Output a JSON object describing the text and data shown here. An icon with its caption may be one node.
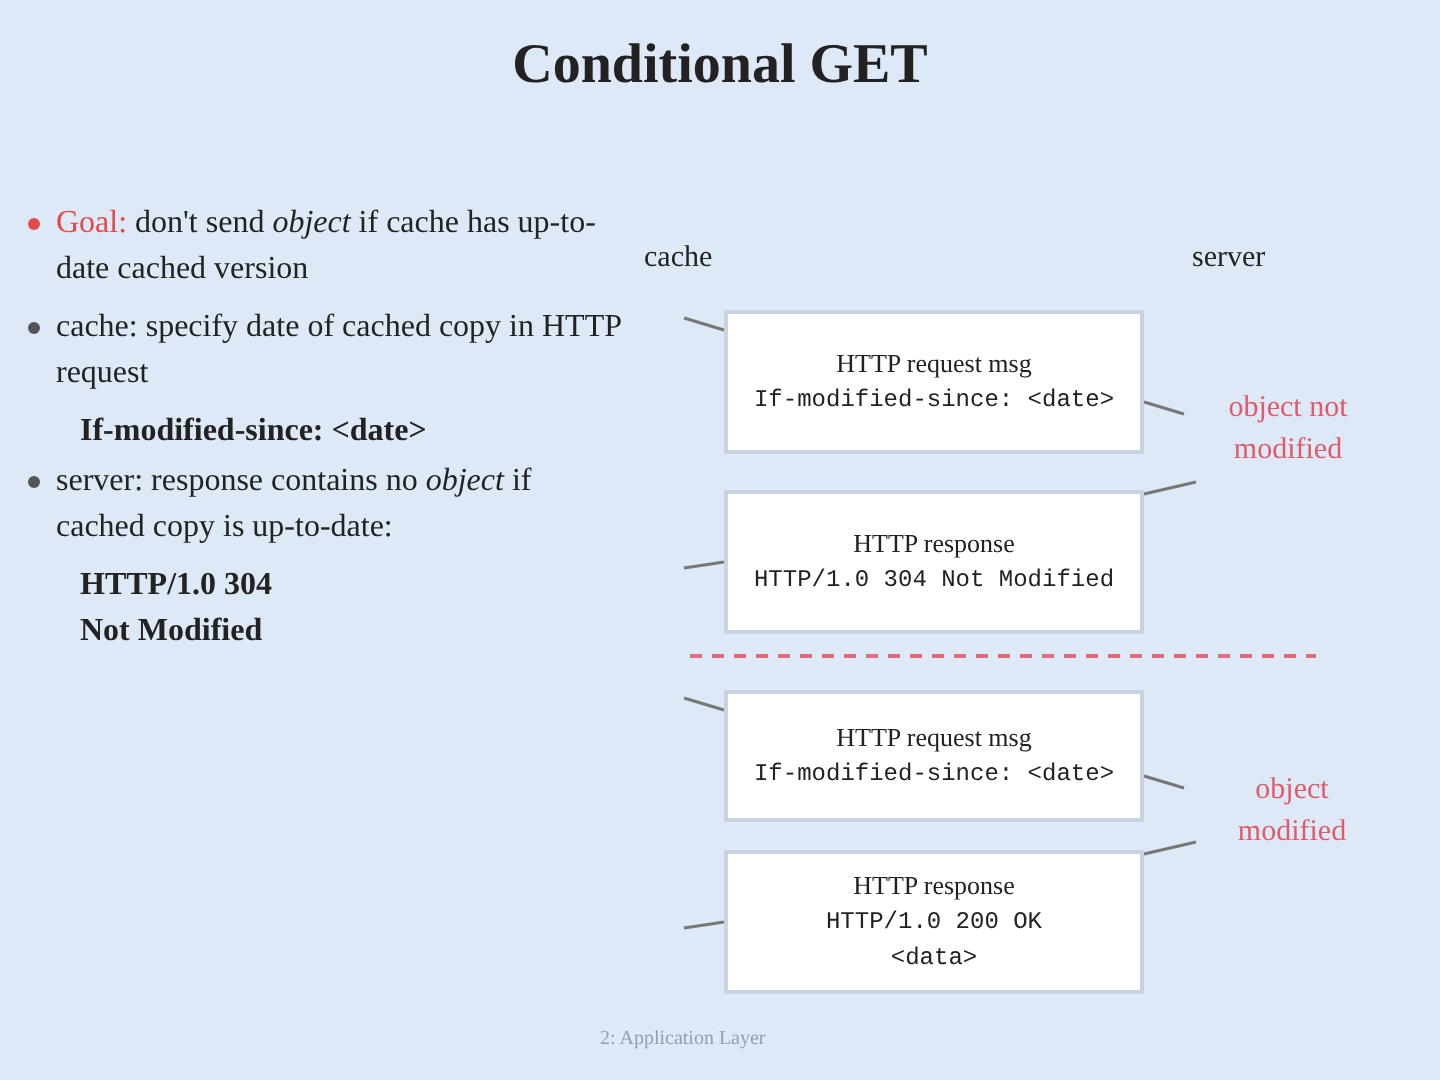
{
  "diagram": {
    "title": "Conditional GET",
    "nodes": [
      {
        "text": [
          "HTTP request msg",
          "If-modified-since: <date>"
        ]
      },
      {
        "text": [
          "HTTP response",
          "HTTP/1.0 304 Not Modified"
        ]
      },
      {
        "text": [
          "HTTP request msg",
          "If-modified-since: <date>"
        ]
      },
      {
        "text": [
          "HTTP response",
          "HTTP/1.0 200 OK",
          "<data>"
        ]
      }
    ],
    "labels": [
      "Goal:",
      "don't send *object* if cache has up-to-date cached version",
      "cache: specify date of cached copy in HTTP request",
      "If-modified-since: <date>",
      "server: response contains no *object* if cached copy is up-to-date:",
      "HTTP/1.0 304 Not Modified",
      "cache",
      "server",
      "object not modified",
      "object modified",
      "2: Application Layer"
    ]
  }
}
